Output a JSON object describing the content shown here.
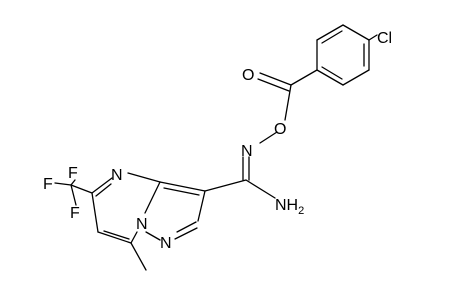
{
  "structure": {
    "atoms": {
      "cl": "Cl",
      "carbonyl_o": "O",
      "ester_o": "O",
      "oxime_n": "N",
      "amine": "NH",
      "amine_sub": "2",
      "pyrimidine_n": "N",
      "bridge_n": "N",
      "pyrazole_n": "N",
      "f_left": "F",
      "f_upper": "F",
      "f_lower": "F"
    }
  }
}
